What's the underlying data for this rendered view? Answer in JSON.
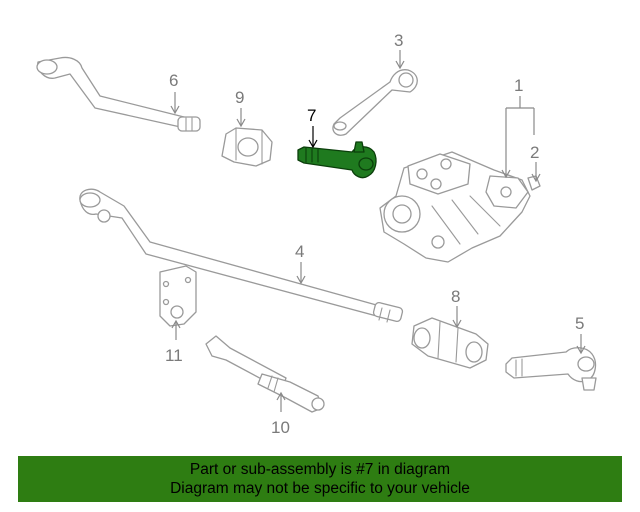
{
  "callouts": {
    "c1": "1",
    "c2": "2",
    "c3": "3",
    "c4": "4",
    "c5": "5",
    "c6": "6",
    "c7": "7",
    "c8": "8",
    "c9": "9",
    "c10": "10",
    "c11": "11"
  },
  "highlighted_part": "7",
  "colors": {
    "highlight": "#1f7a1f",
    "banner": "#2e7d12",
    "parts": "#9a9a9a"
  },
  "banner": {
    "line1": "Part or sub-assembly is #7 in diagram",
    "line2": "Diagram may not be specific to your vehicle"
  }
}
